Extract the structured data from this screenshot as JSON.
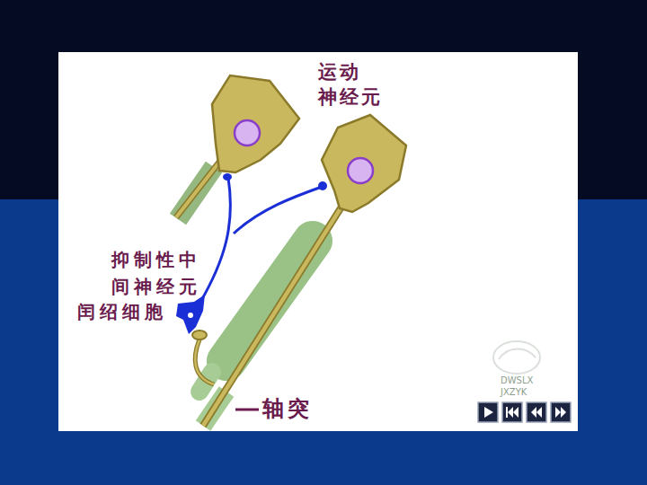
{
  "diagram": {
    "labels": [
      "运动 神经元",
      "抑制性中 间神经元",
      "闰绍细胞",
      "轴突",
      "DWSLX",
      "JXZYK"
    ]
  }
}
